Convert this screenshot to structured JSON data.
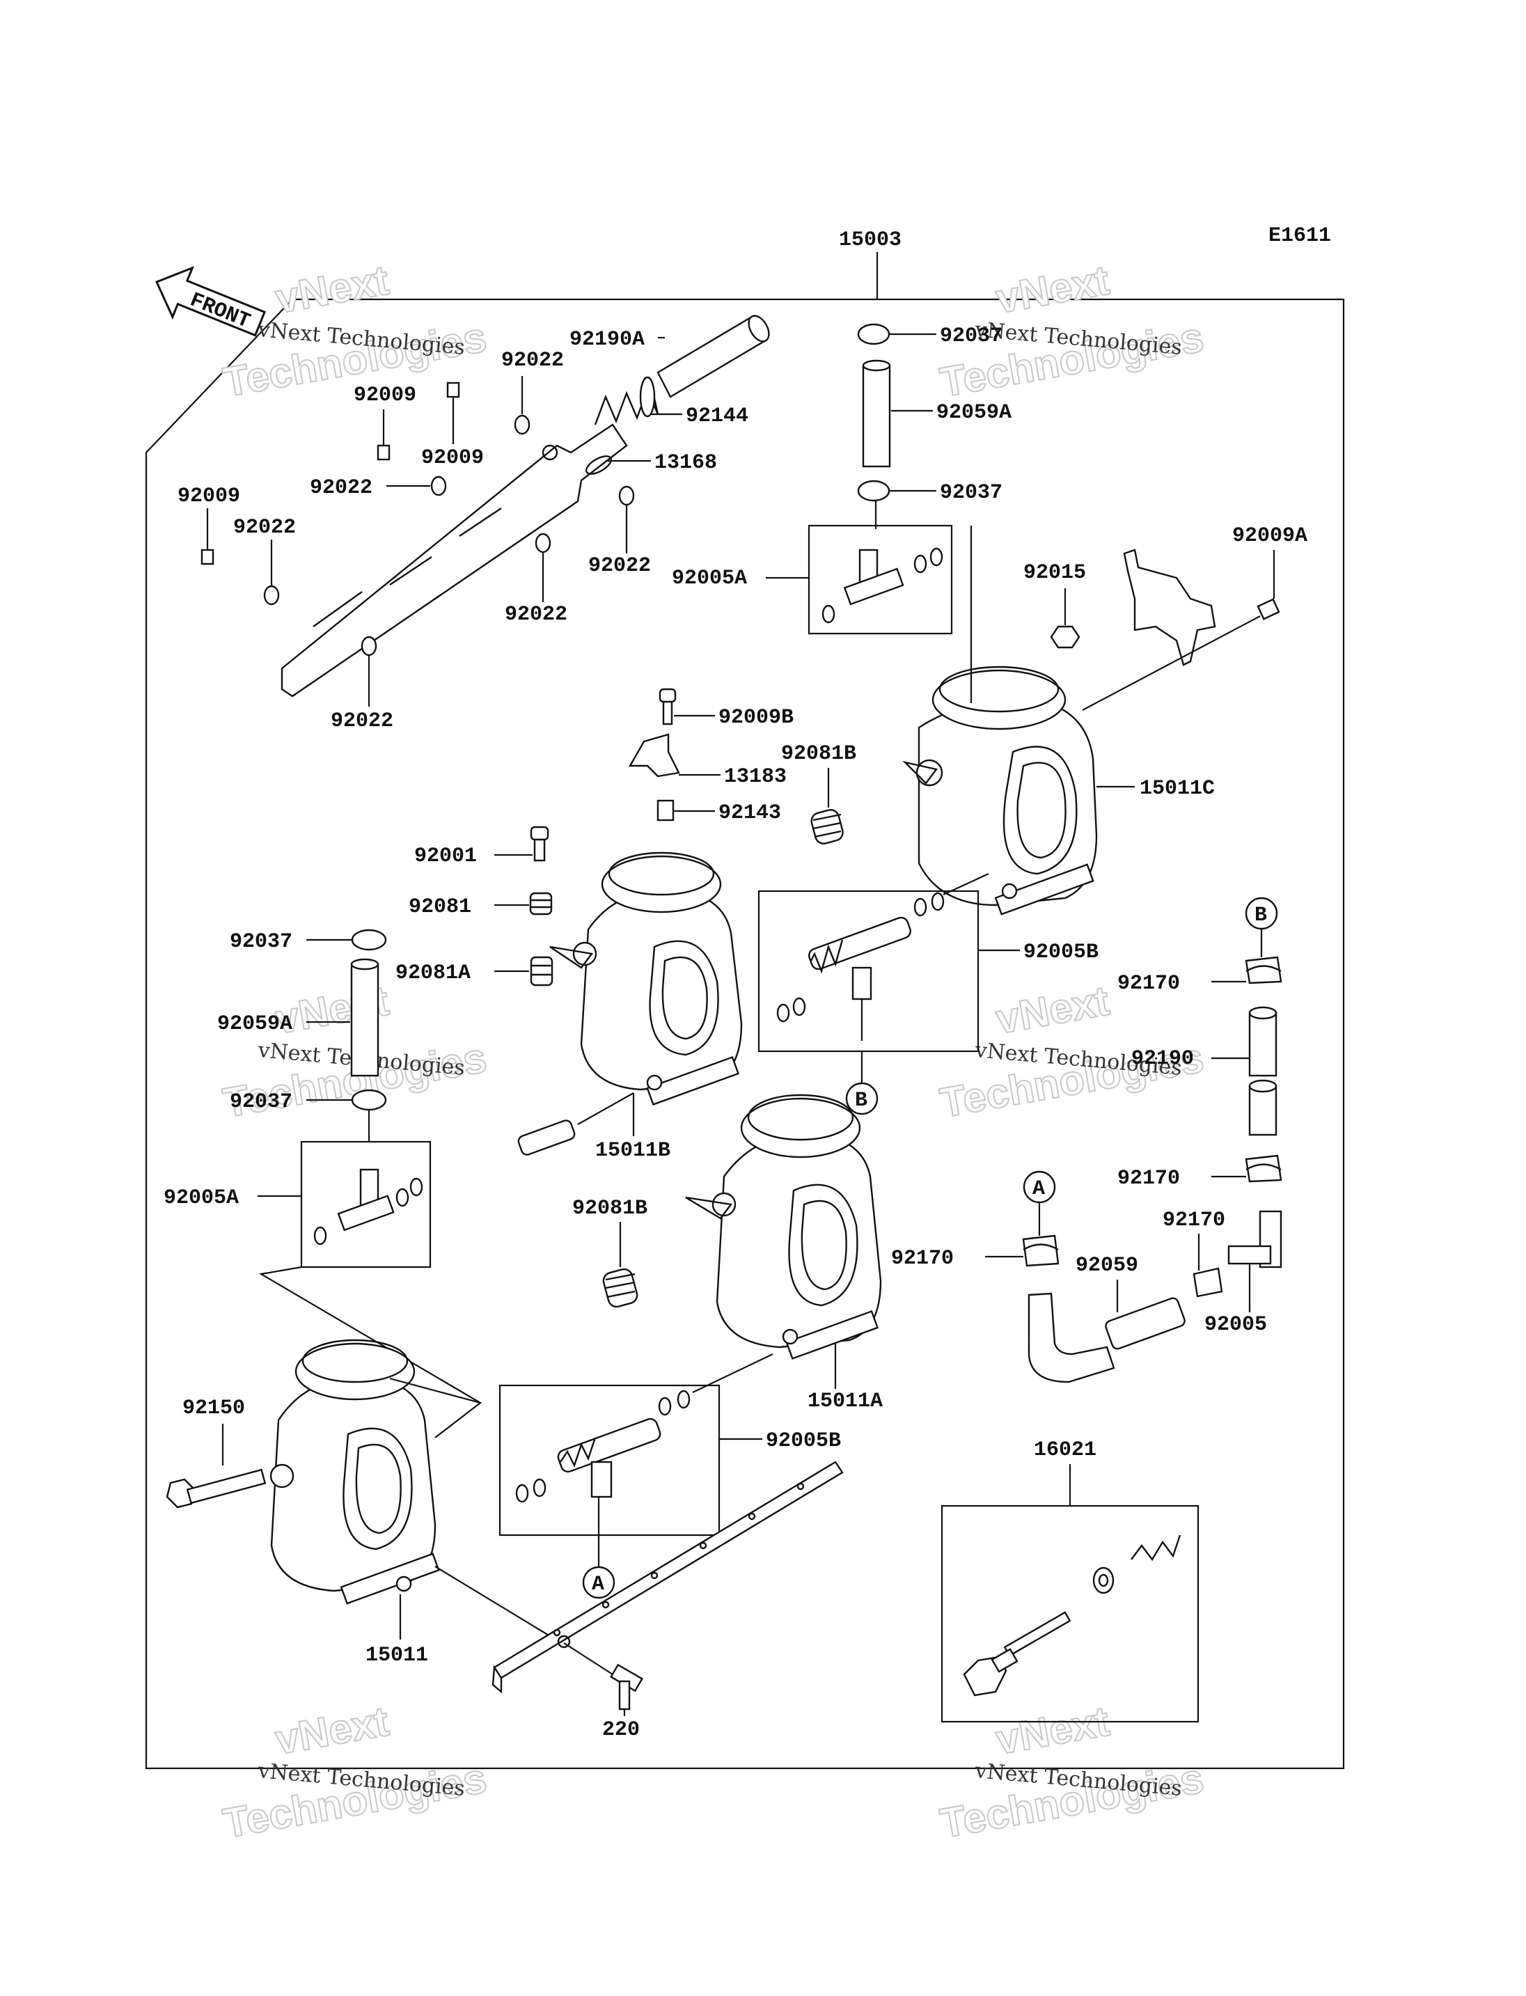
{
  "diagram_code": "E1611",
  "front_label": "FRONT",
  "watermark": {
    "line1": "vNext Technologies",
    "line2": "vNext",
    "line3": "Technologies"
  },
  "callouts": {
    "assembly": "A",
    "sub_b": "B"
  },
  "part_labels": {
    "p15003": "15003",
    "p92190A": "92190A",
    "p92144": "92144",
    "p92022_a": "92022",
    "p92009_a": "92009",
    "p92009_b": "92009",
    "p13168": "13168",
    "p92022_b": "92022",
    "p92009_c": "92009",
    "p92022_c": "92022",
    "p92022_d": "92022",
    "p92022_e": "92022",
    "p92022_f": "92022",
    "p92037_a": "92037",
    "p92059A_a": "92059A",
    "p92037_b": "92037",
    "p92005A_a": "92005A",
    "p92015": "92015",
    "p92009A": "92009A",
    "p92009B": "92009B",
    "p92081B_a": "92081B",
    "p13183": "13183",
    "p92143": "92143",
    "p15011C": "15011C",
    "p92001": "92001",
    "p92081": "92081",
    "p92037_c": "92037",
    "p92081A": "92081A",
    "p92059A_b": "92059A",
    "p92005B_a": "92005B",
    "p92170_a": "92170",
    "p92190": "92190",
    "p92037_d": "92037",
    "p15011B": "15011B",
    "p92005A_b": "92005A",
    "p92081B_b": "92081B",
    "p92170_b": "92170",
    "p92170_c": "92170",
    "p92059": "92059",
    "p92170_d": "92170",
    "p92005": "92005",
    "p15011A": "15011A",
    "p92150": "92150",
    "p92005B_b": "92005B",
    "p16021": "16021",
    "p15011": "15011",
    "p220": "220"
  },
  "colors": {
    "line": "#111111",
    "background": "#ffffff",
    "watermark_outline": "#c8c8c8"
  }
}
